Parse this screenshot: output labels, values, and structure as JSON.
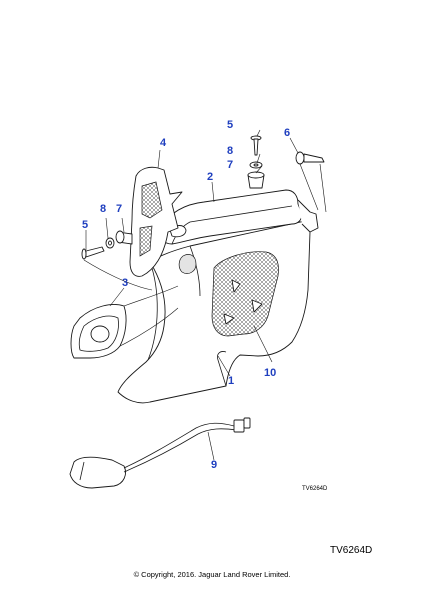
{
  "diagram": {
    "callouts": [
      {
        "id": "c1",
        "label": "1"
      },
      {
        "id": "c2",
        "label": "2"
      },
      {
        "id": "c3",
        "label": "3"
      },
      {
        "id": "c4",
        "label": "4"
      },
      {
        "id": "c5a",
        "label": "5"
      },
      {
        "id": "c5b",
        "label": "5"
      },
      {
        "id": "c6",
        "label": "6"
      },
      {
        "id": "c7a",
        "label": "7"
      },
      {
        "id": "c7b",
        "label": "7"
      },
      {
        "id": "c8a",
        "label": "8"
      },
      {
        "id": "c8b",
        "label": "8"
      },
      {
        "id": "c9",
        "label": "9"
      },
      {
        "id": "c10",
        "label": "10"
      }
    ],
    "figure_id_small": "TV6264D"
  },
  "footer": {
    "reference_code": "TV6264D",
    "copyright": "© Copyright, 2016. Jaguar Land Rover Limited."
  },
  "colors": {
    "callout": "#1f3fbf",
    "line": "#1a1a1a",
    "background": "#ffffff"
  }
}
